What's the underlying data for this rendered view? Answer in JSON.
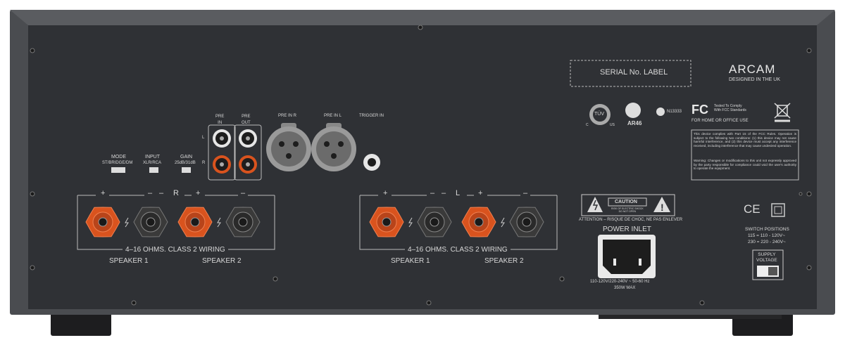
{
  "brand": {
    "name": "ARCAM",
    "tagline": "DESIGNED IN THE UK"
  },
  "serial_label": "SERIAL No. LABEL",
  "switches": {
    "mode": {
      "title": "MODE",
      "value": "ST/BRIDGE/DM"
    },
    "input": {
      "title": "INPUT",
      "value": "XLR/RCA"
    },
    "gain": {
      "title": "GAIN",
      "value": "25dB/31dB"
    }
  },
  "pre": {
    "in_label": "PRE\nIN",
    "out_label": "PRE\nOUT",
    "left_mark": "L",
    "right_mark": "R",
    "pre_in_r": "PRE IN R",
    "pre_in_l": "PRE IN L",
    "trigger_in": "TRIGGER IN"
  },
  "speakers": {
    "right_channel": "R",
    "left_channel": "L",
    "plus": "+",
    "minus": "–",
    "wiring": "4–16 OHMS. CLASS 2 WIRING",
    "speaker1": "SPEAKER 1",
    "speaker2": "SPEAKER 2"
  },
  "certifications": {
    "tuv": "TÜV",
    "c": "C",
    "us": "US",
    "ar46": "AR46",
    "n13333": "N13333",
    "fcc": "FC",
    "fcc_tested": "Tested To Comply\nWith FCC Standards",
    "fcc_home": "FOR HOME OR OFFICE USE"
  },
  "fcc_notice": {
    "para1": "This device complies with Part 15 of the FCC Rules. Operation is subject to the following two conditions: (1) this device may not cause harmful interference, and (2) this device must accept any interference received, including interference that may cause undesired operation.",
    "para2": "Warning: Changes or modifications to this unit not expressly approved by the party responsible for compliance could void the user's authority to operate the equipment."
  },
  "caution": {
    "title": "CAUTION",
    "sub": "RISK OF ELECTRIC SHOCK\nDO NOT OPEN",
    "attention": "ATTENTION – RISQUE DE CHOC, NE PAS ENLEVER"
  },
  "power": {
    "title": "POWER INLET",
    "spec": "110-120V/220-240V  ~ 50-60 Hz",
    "max": "350W MAX"
  },
  "ce": "CE",
  "switch_positions": {
    "title": "SWITCH POSITIONS",
    "line1": "115 = 110 - 120V~",
    "line2": "230 = 220 - 240V~",
    "supply": "SUPPLY\nVOLTAGE"
  },
  "colors": {
    "panel": "#2f3135",
    "frame": "#4a4c50",
    "terminal_red": "#d9531e",
    "terminal_black": "#3a3a3a",
    "text": "#d8d8d8"
  }
}
